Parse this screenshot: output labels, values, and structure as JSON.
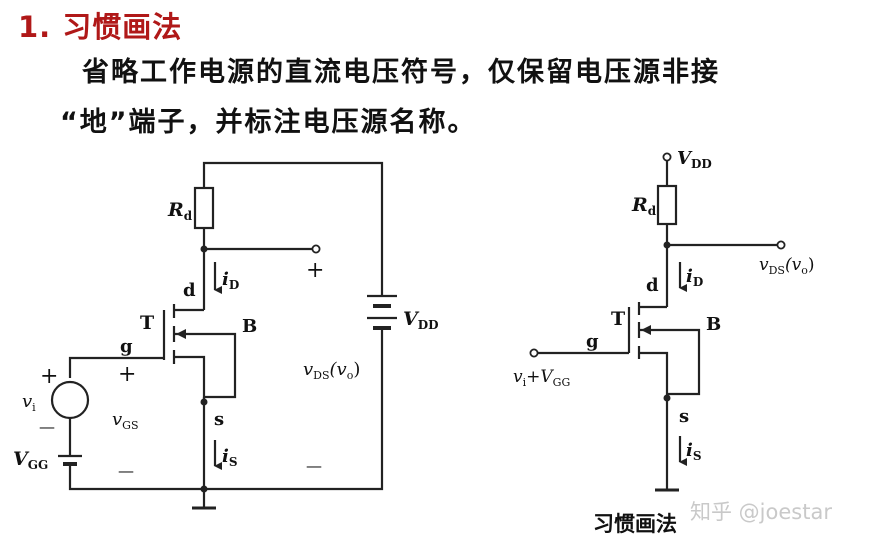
{
  "heading": "1. 习惯画法",
  "body_line1": "省略工作电源的直流电压符号，仅保留电压源非接",
  "body_line2": "“地”端子，并标注电压源名称。",
  "caption": "习惯画法",
  "watermark": "知乎 @joestar",
  "left_circuit": {
    "rd_main": "R",
    "rd_sub": "d",
    "d": "d",
    "id_main": "i",
    "id_sub": "D",
    "T": "T",
    "B": "B",
    "g": "g",
    "vdd_main": "V",
    "vdd_sub": "DD",
    "vds_main": "v",
    "vds_sub": "DS",
    "vds_paren": "(v",
    "vds_paren_sub": "o",
    "vds_close": ")",
    "vi_main": "v",
    "vi_sub": "i",
    "vgs_main": "v",
    "vgs_sub": "GS",
    "vgg_main": "V",
    "vgg_sub": "GG",
    "s": "s",
    "is_main": "i",
    "is_sub": "S",
    "plus": "+",
    "minus": "—"
  },
  "right_circuit": {
    "vdd_main": "V",
    "vdd_sub": "DD",
    "rd_main": "R",
    "rd_sub": "d",
    "d": "d",
    "id_main": "i",
    "id_sub": "D",
    "T": "T",
    "B": "B",
    "g": "g",
    "vds_main": "v",
    "vds_sub": "DS",
    "vds_paren": "(v",
    "vds_paren_sub": "o",
    "vds_close": ")",
    "vin_main": "v",
    "vin_sub": "i",
    "vin_plus": "+V",
    "vin_sub2": "GG",
    "s": "s",
    "is_main": "i",
    "is_sub": "S"
  }
}
